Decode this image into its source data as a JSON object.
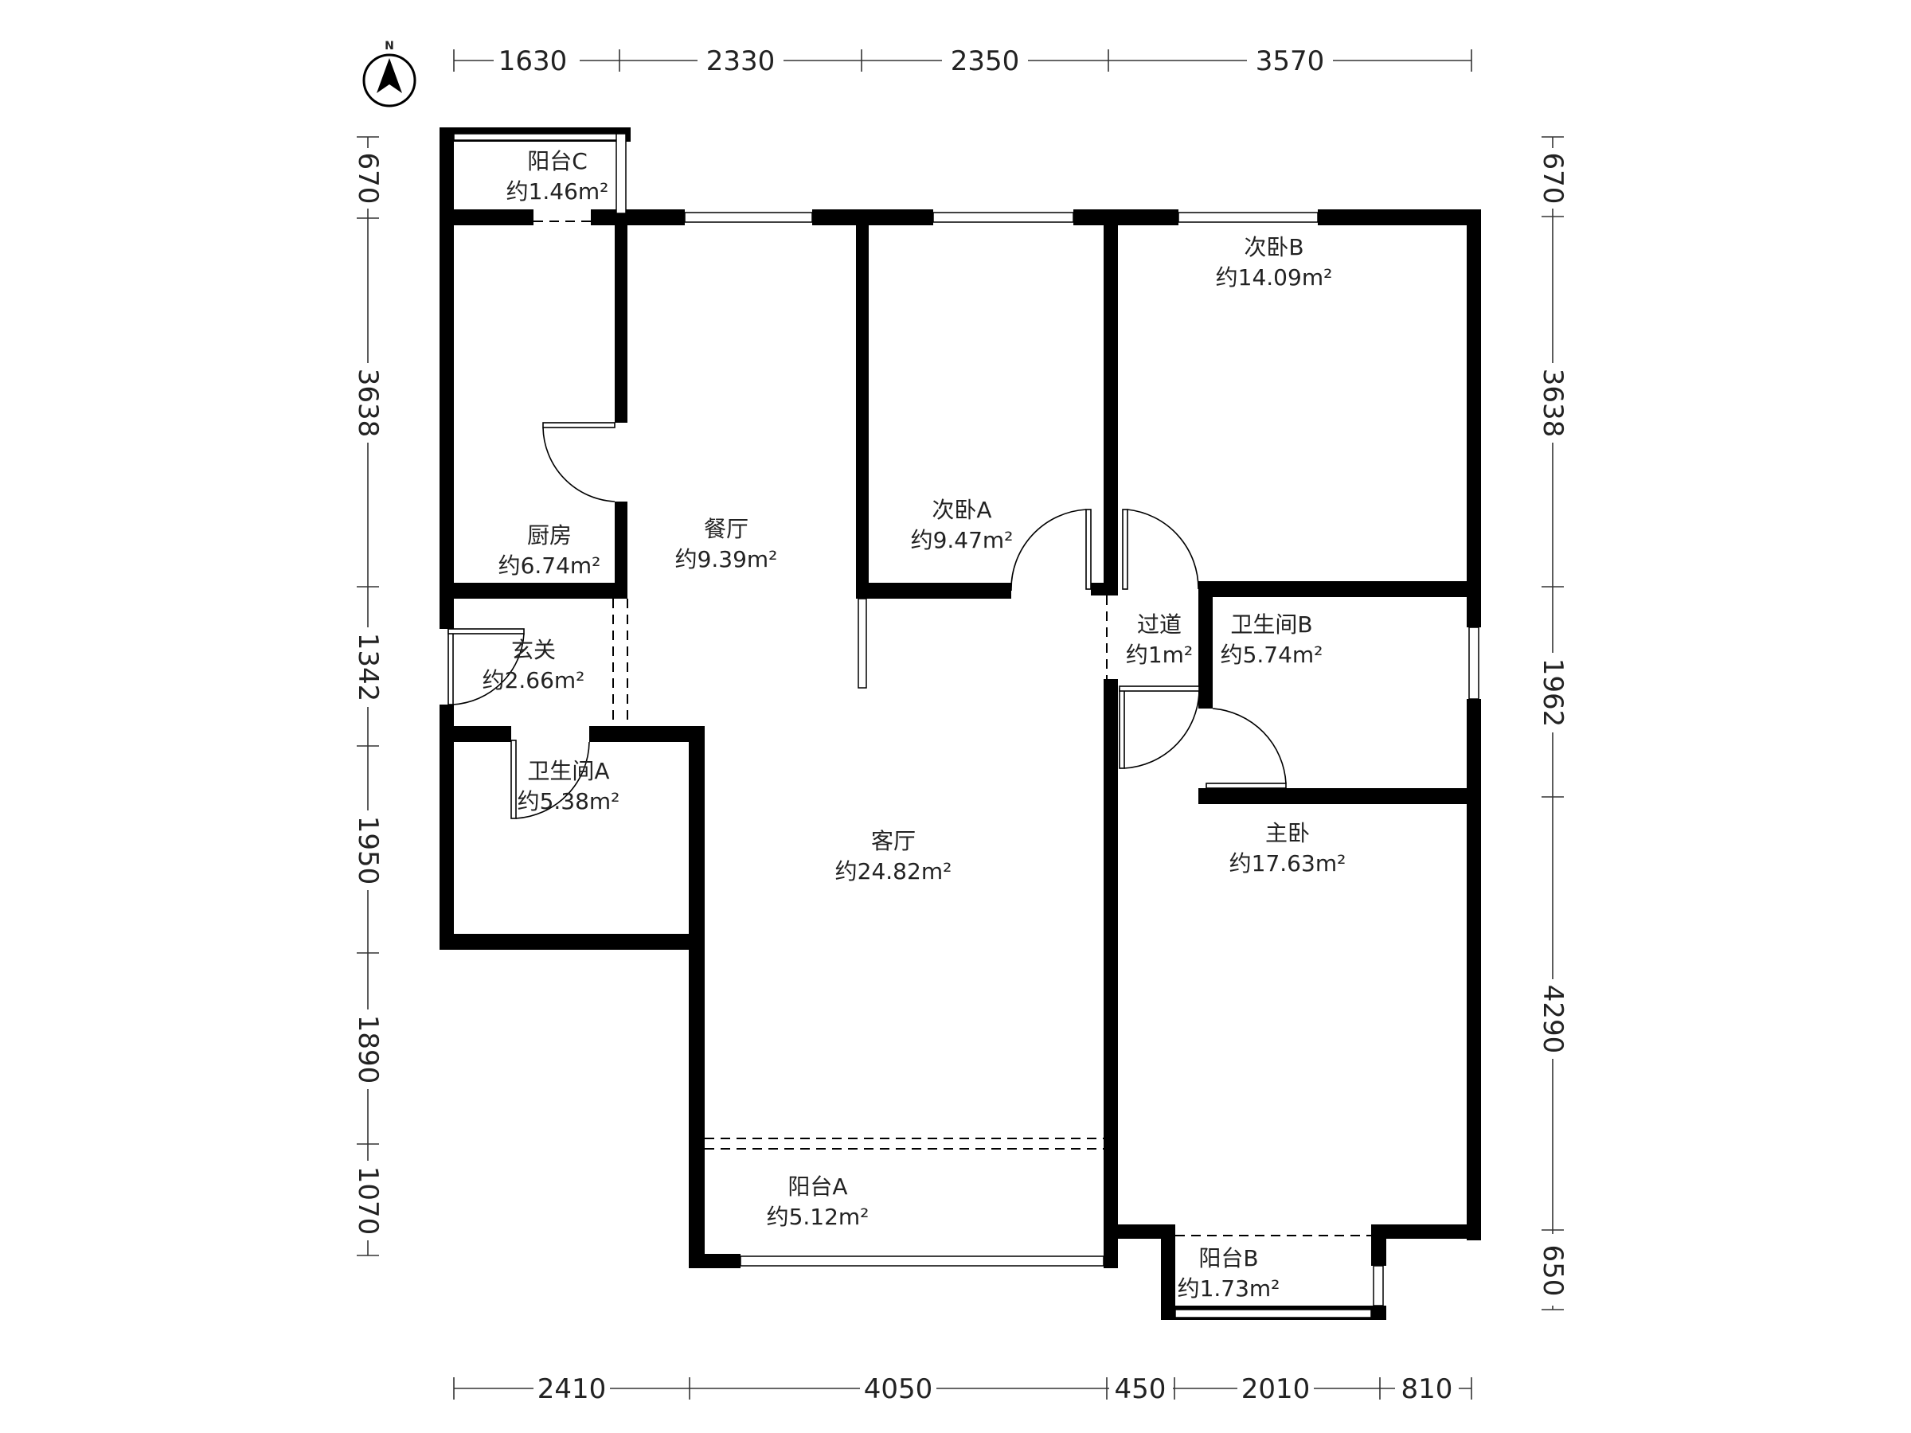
{
  "compass": {
    "label": "N",
    "icon": "north-arrow-icon"
  },
  "dimensions": {
    "top": [
      "1630",
      "2330",
      "2350",
      "3570"
    ],
    "bottom": [
      "2410",
      "4050",
      "450",
      "2010",
      "810"
    ],
    "left": [
      "670",
      "3638",
      "1342",
      "1950",
      "1890",
      "1070"
    ],
    "right": [
      "670",
      "3638",
      "1962",
      "4290",
      "650"
    ]
  },
  "rooms": {
    "balcony_c": {
      "name": "阳台C",
      "area": "约1.46m²"
    },
    "kitchen": {
      "name": "厨房",
      "area": "约6.74m²"
    },
    "dining": {
      "name": "餐厅",
      "area": "约9.39m²"
    },
    "bedroom_a": {
      "name": "次卧A",
      "area": "约9.47m²"
    },
    "bedroom_b": {
      "name": "次卧B",
      "area": "约14.09m²"
    },
    "entrance": {
      "name": "玄关",
      "area": "约2.66m²"
    },
    "corridor": {
      "name": "过道",
      "area": "约1m²"
    },
    "bathroom_b": {
      "name": "卫生间B",
      "area": "约5.74m²"
    },
    "bathroom_a": {
      "name": "卫生间A",
      "area": "约5.38m²"
    },
    "living": {
      "name": "客厅",
      "area": "约24.82m²"
    },
    "master": {
      "name": "主卧",
      "area": "约17.63m²"
    },
    "balcony_a": {
      "name": "阳台A",
      "area": "约5.12m²"
    },
    "balcony_b": {
      "name": "阳台B",
      "area": "约1.73m²"
    }
  },
  "colors": {
    "wall": "#000000",
    "background": "#ffffff",
    "text": "#222222"
  }
}
